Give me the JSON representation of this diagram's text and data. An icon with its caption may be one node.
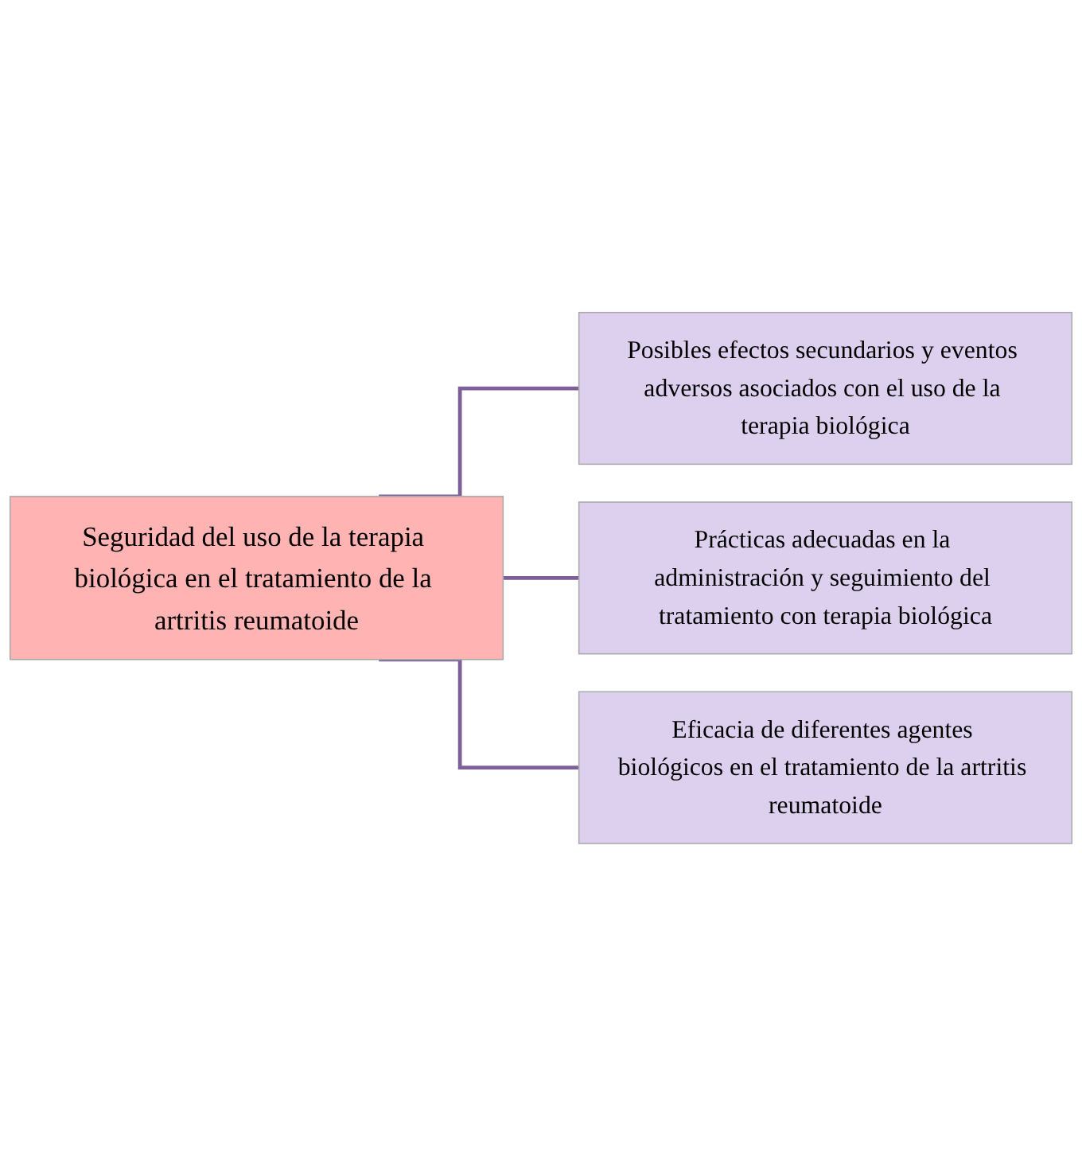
{
  "diagram": {
    "nodes": [
      {
        "text": [
          "Seguridad del uso de la terapia biológica en el tratamiento de la artritis reumatoide"
        ]
      },
      {
        "text": [
          "Posibles efectos secundarios y eventos adversos asociados con el uso de la terapia biológica"
        ]
      },
      {
        "text": [
          "Prácticas adecuadas en la administración y seguimiento del tratamiento con terapia biológica"
        ]
      },
      {
        "text": [
          "Eficacia de diferentes agentes biológicos en el tratamiento de la artritis reumatoide"
        ]
      }
    ],
    "edges": [
      {
        "from": 0,
        "to": 1,
        "arrow": "none"
      },
      {
        "from": 0,
        "to": 2,
        "arrow": "none"
      },
      {
        "from": 0,
        "to": 3,
        "arrow": "none"
      }
    ]
  }
}
